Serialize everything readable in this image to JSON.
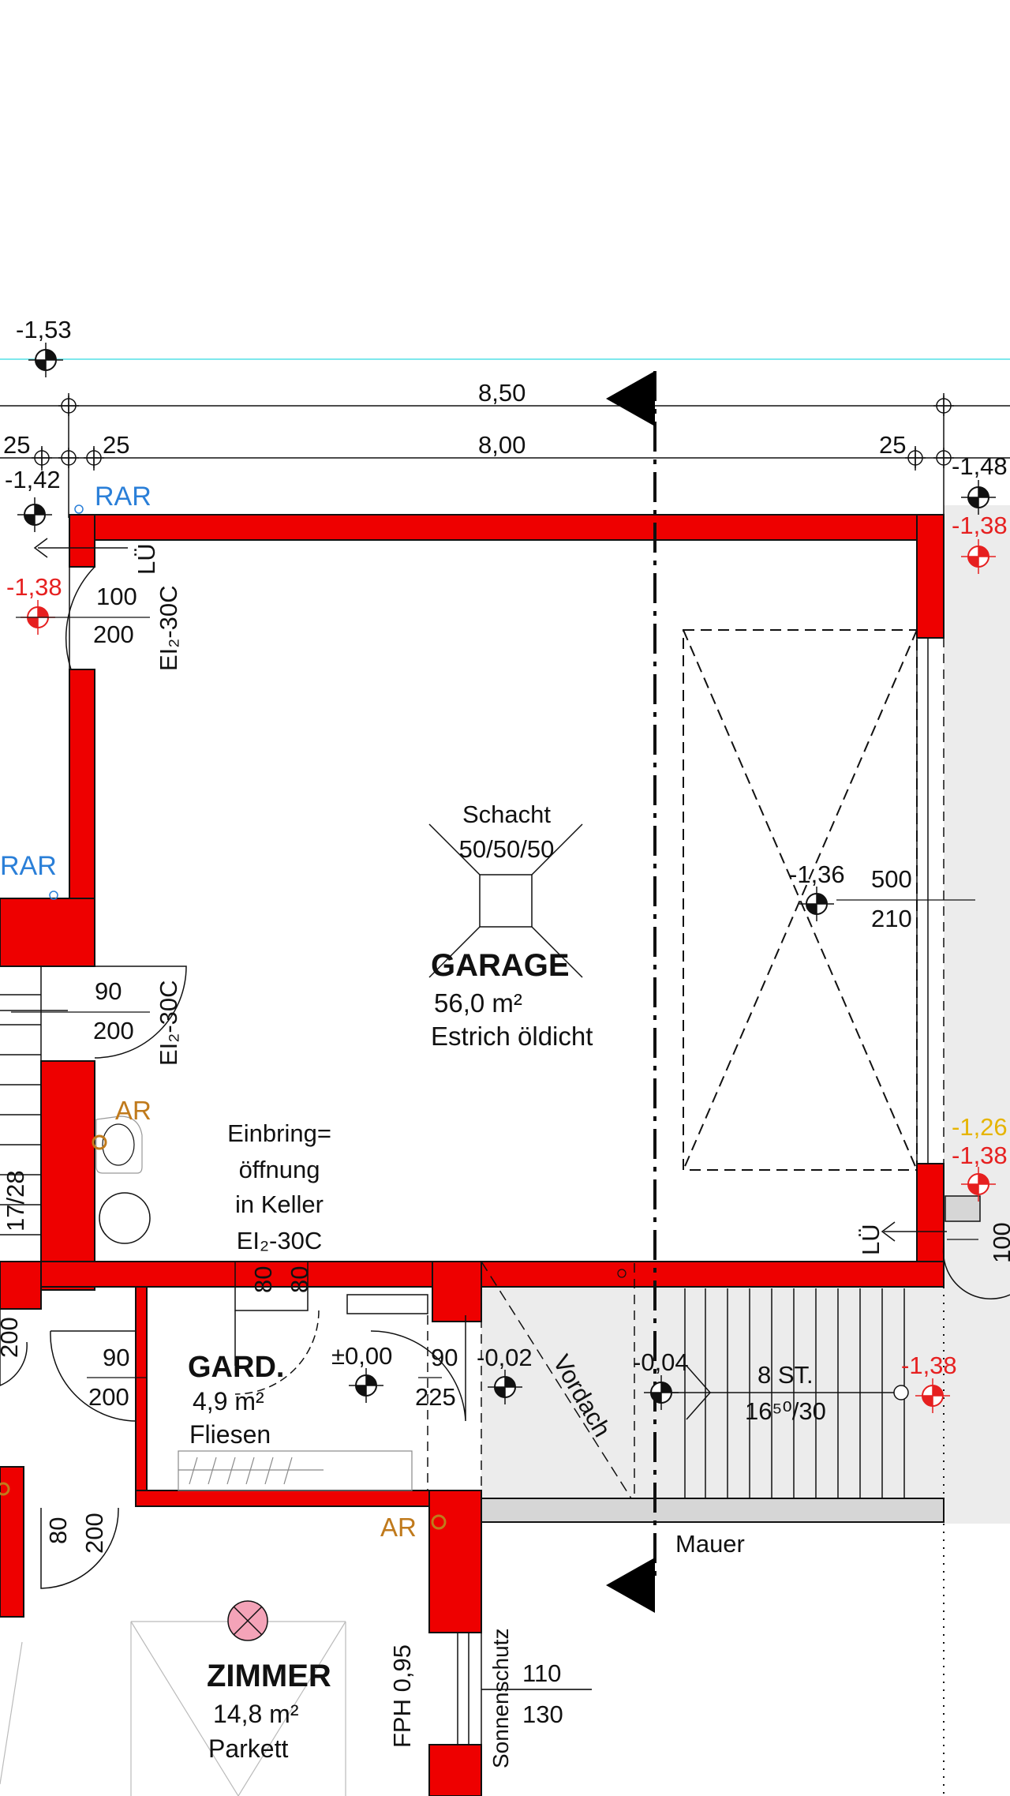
{
  "colors": {
    "wall": "#ee0000",
    "line": "#111111",
    "level_red": "#e62020",
    "level_yellow": "#e6b400",
    "rar_blue": "#2a7fd8",
    "ar_orange": "#c07a1c",
    "guide_cyan": "#7ee8ec",
    "shade_gray": "#ececec",
    "section_marker": "#000000",
    "vent_pink": "#f4a3b8"
  },
  "icons": {
    "level_marker": "crosshair-circle-icon",
    "section_marker": "triangle-arrow-icon",
    "vent": "circle-x-icon",
    "ar": "small-circle-icon"
  },
  "levels": {
    "top_left": "-1,53",
    "left_upper": "-1,42",
    "top_right": "-1,48",
    "red_left": "-1,38",
    "red_right_top": "-1,38",
    "yellow_right": "-1,26",
    "red_right_mid": "-1,38",
    "garage_shaft": "-1,36",
    "gard": "±0,00",
    "entry": "-0,02",
    "stairs_start": "-0,04",
    "stairs_end": "-1,38"
  },
  "dimensions": {
    "total_width": "8,50",
    "inner_width": "8,00",
    "wall_left_outer": "25",
    "wall_left_inner": "25",
    "wall_right": "25"
  },
  "labels": {
    "rar_top": "RAR",
    "rar_left": "RAR",
    "ar_left": "AR",
    "ar_lower": "AR",
    "lu_top": "LÜ",
    "lu_right": "LÜ",
    "vordach": "Vordach",
    "mauer": "Mauer",
    "sonnenschutz": "Sonnenschutz",
    "fph": "FPH 0,95"
  },
  "doors": {
    "d1": {
      "w": "100",
      "h": "200",
      "rating": "EI₂-30C"
    },
    "d2": {
      "w": "90",
      "h": "200",
      "rating": "EI₂-30C"
    },
    "d3": {
      "w": "90",
      "h": "200"
    },
    "d4": {
      "w": "90",
      "h": "225"
    },
    "d5": {
      "w": "80",
      "h": "200"
    },
    "opening": {
      "a": "80",
      "b": "80"
    },
    "garage_door": {
      "w": "500",
      "h": "210"
    },
    "window": {
      "w": "110",
      "h": "130"
    },
    "right_edge": "100"
  },
  "rooms": {
    "garage": {
      "name": "GARAGE",
      "area": "56,0 m²",
      "floor": "Estrich öldicht"
    },
    "gard": {
      "name": "GARD.",
      "area": "4,9 m²",
      "floor": "Fliesen"
    },
    "zimmer": {
      "name": "ZIMMER",
      "area": "14,8 m²",
      "floor": "Parkett"
    }
  },
  "shaft": {
    "line1": "Schacht",
    "line2": "50/50/50"
  },
  "einbring": {
    "l1": "Einbring=",
    "l2": "öffnung",
    "l3": "in Keller",
    "l4": "EI₂-30C"
  },
  "stairs": {
    "count": "8 ST.",
    "ratio": "16⁵⁰/30"
  },
  "left_stair": {
    "a": "17/28",
    "b": "200"
  }
}
